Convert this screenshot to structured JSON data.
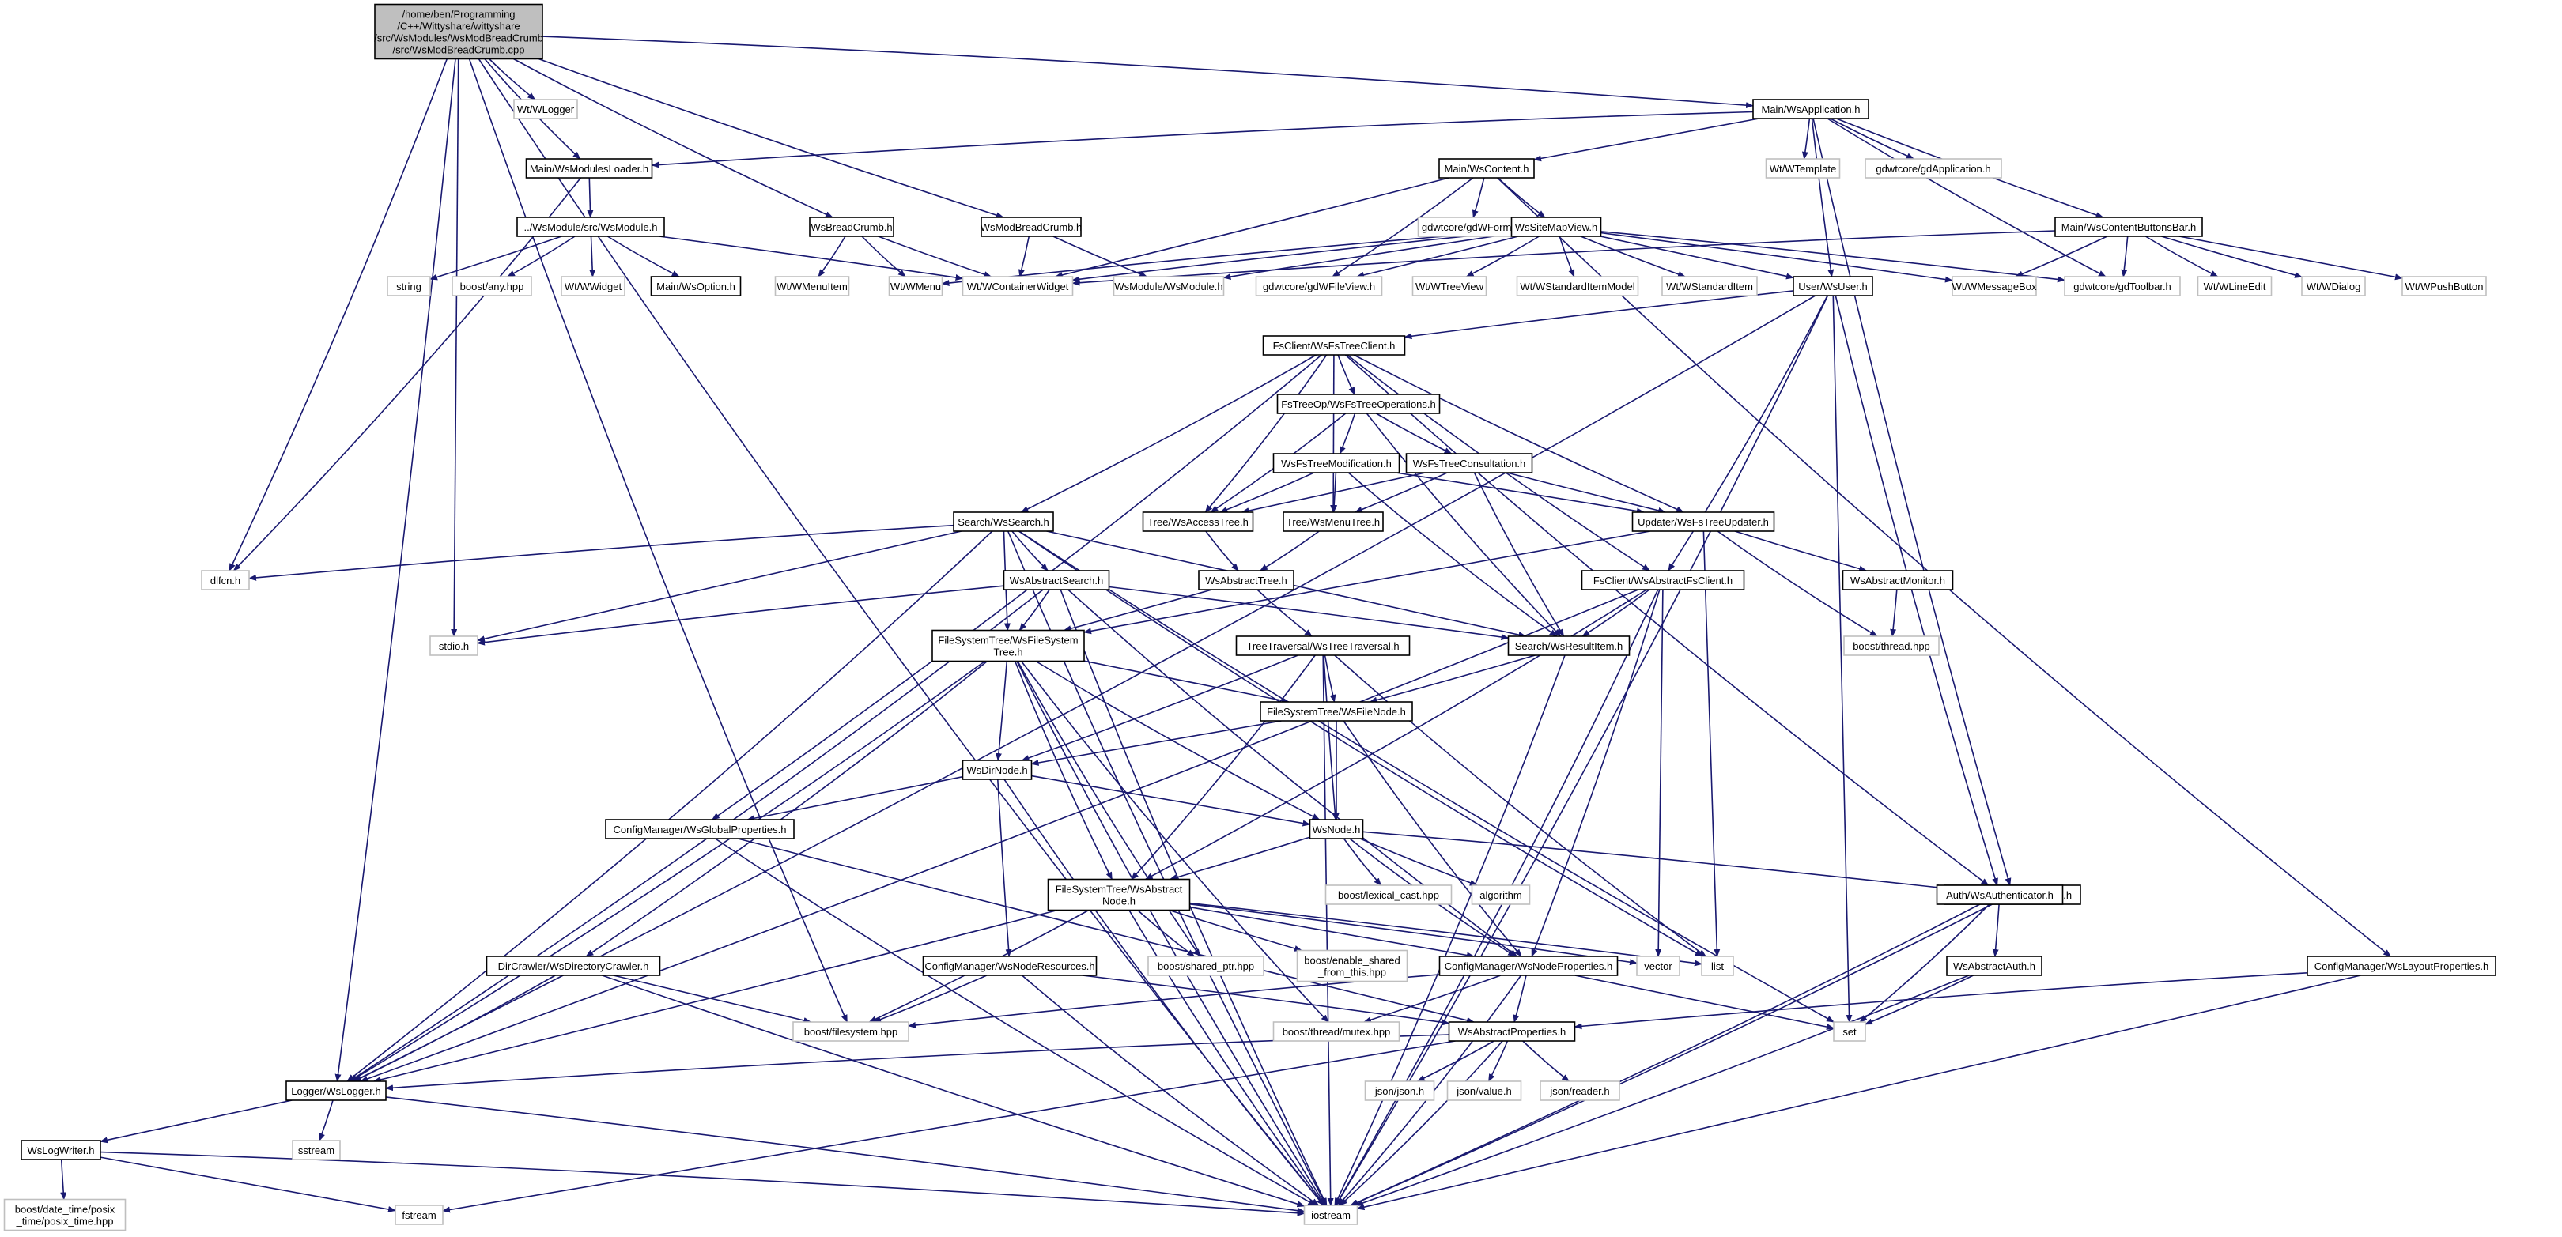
{
  "graph": {
    "root": "n0",
    "colors": {
      "edge": "#191970",
      "root_fill": "#bfbfbf",
      "border": "#000000",
      "system_border": "#bfbfbf"
    },
    "nodes": [
      {
        "id": "n0",
        "lines": [
          "/home/ben/Programming",
          "/C++/Wittyshare/wittyshare",
          "/src/WsModules/WsModBreadCrumb",
          "/src/WsModBreadCrumb.cpp"
        ],
        "kind": "root"
      },
      {
        "id": "n1",
        "lines": [
          "Wt/WLogger"
        ],
        "kind": "sys"
      },
      {
        "id": "n2",
        "lines": [
          "Main/WsApplication.h"
        ],
        "kind": "inc"
      },
      {
        "id": "n3",
        "lines": [
          "Main/WsModulesLoader.h"
        ],
        "kind": "inc"
      },
      {
        "id": "n4",
        "lines": [
          "Main/WsContent.h"
        ],
        "kind": "inc"
      },
      {
        "id": "n5",
        "lines": [
          "Wt/WTemplate"
        ],
        "kind": "sys"
      },
      {
        "id": "n6",
        "lines": [
          "gdwtcore/gdApplication.h"
        ],
        "kind": "sys"
      },
      {
        "id": "n7",
        "lines": [
          "Main/WsContentButtonsBar.h"
        ],
        "kind": "inc"
      },
      {
        "id": "n8",
        "lines": [
          "../WsModule/src/WsModule.h"
        ],
        "kind": "inc"
      },
      {
        "id": "n9",
        "lines": [
          "WsBreadCrumb.h"
        ],
        "kind": "inc"
      },
      {
        "id": "n10",
        "lines": [
          "WsModBreadCrumb.h"
        ],
        "kind": "inc"
      },
      {
        "id": "n11",
        "lines": [
          "gdwtcore/gdWForm.h"
        ],
        "kind": "sys"
      },
      {
        "id": "n12",
        "lines": [
          "WsSiteMapView.h"
        ],
        "kind": "inc"
      },
      {
        "id": "n13",
        "lines": [
          "string"
        ],
        "kind": "sys"
      },
      {
        "id": "n14",
        "lines": [
          "boost/any.hpp"
        ],
        "kind": "sys"
      },
      {
        "id": "n15",
        "lines": [
          "Wt/WWidget"
        ],
        "kind": "sys"
      },
      {
        "id": "n16",
        "lines": [
          "Main/WsOption.h"
        ],
        "kind": "inc"
      },
      {
        "id": "n17",
        "lines": [
          "Wt/WMenuItem"
        ],
        "kind": "sys"
      },
      {
        "id": "n18",
        "lines": [
          "Wt/WMenu"
        ],
        "kind": "sys"
      },
      {
        "id": "n19",
        "lines": [
          "Wt/WContainerWidget"
        ],
        "kind": "sys"
      },
      {
        "id": "n20",
        "lines": [
          "WsModule/WsModule.h"
        ],
        "kind": "sys"
      },
      {
        "id": "n21",
        "lines": [
          "gdwtcore/gdWFileView.h"
        ],
        "kind": "sys"
      },
      {
        "id": "n22",
        "lines": [
          "Wt/WTreeView"
        ],
        "kind": "sys"
      },
      {
        "id": "n23",
        "lines": [
          "Wt/WStandardItemModel"
        ],
        "kind": "sys"
      },
      {
        "id": "n24",
        "lines": [
          "Wt/WStandardItem"
        ],
        "kind": "sys"
      },
      {
        "id": "n25",
        "lines": [
          "User/WsUser.h"
        ],
        "kind": "inc"
      },
      {
        "id": "n26",
        "lines": [
          "Wt/WMessageBox"
        ],
        "kind": "sys"
      },
      {
        "id": "n27",
        "lines": [
          "gdwtcore/gdToolbar.h"
        ],
        "kind": "sys"
      },
      {
        "id": "n28",
        "lines": [
          "Wt/WLineEdit"
        ],
        "kind": "sys"
      },
      {
        "id": "n29",
        "lines": [
          "Wt/WDialog"
        ],
        "kind": "sys"
      },
      {
        "id": "n30",
        "lines": [
          "Wt/WPushButton"
        ],
        "kind": "sys"
      },
      {
        "id": "n31",
        "lines": [
          "FsClient/WsFsTreeClient.h"
        ],
        "kind": "inc"
      },
      {
        "id": "n32",
        "lines": [
          "FsTreeOp/WsFsTreeOperations.h"
        ],
        "kind": "inc"
      },
      {
        "id": "n33",
        "lines": [
          "WsFsTreeModification.h"
        ],
        "kind": "inc"
      },
      {
        "id": "n34",
        "lines": [
          "WsFsTreeConsultation.h"
        ],
        "kind": "inc"
      },
      {
        "id": "n35",
        "lines": [
          "Tree/WsAccessTree.h"
        ],
        "kind": "inc"
      },
      {
        "id": "n36",
        "lines": [
          "Tree/WsMenuTree.h"
        ],
        "kind": "inc"
      },
      {
        "id": "n37",
        "lines": [
          "Updater/WsFsTreeUpdater.h"
        ],
        "kind": "inc"
      },
      {
        "id": "n38",
        "lines": [
          "Search/WsSearch.h"
        ],
        "kind": "inc"
      },
      {
        "id": "n39",
        "lines": [
          "dlfcn.h"
        ],
        "kind": "sys"
      },
      {
        "id": "n40",
        "lines": [
          "WsAbstractSearch.h"
        ],
        "kind": "inc"
      },
      {
        "id": "n41",
        "lines": [
          "WsAbstractTree.h"
        ],
        "kind": "inc"
      },
      {
        "id": "n42",
        "lines": [
          "FsClient/WsAbstractFsClient.h"
        ],
        "kind": "inc"
      },
      {
        "id": "n43",
        "lines": [
          "WsAbstractMonitor.h"
        ],
        "kind": "inc"
      },
      {
        "id": "n44",
        "lines": [
          "stdio.h"
        ],
        "kind": "sys"
      },
      {
        "id": "n45",
        "lines": [
          "FileSystemTree/WsFileSystem",
          "Tree.h"
        ],
        "kind": "inc"
      },
      {
        "id": "n46",
        "lines": [
          "TreeTraversal/WsTreeTraversal.h"
        ],
        "kind": "inc"
      },
      {
        "id": "n47",
        "lines": [
          "Search/WsResultItem.h"
        ],
        "kind": "inc"
      },
      {
        "id": "n48",
        "lines": [
          "boost/thread.hpp"
        ],
        "kind": "sys"
      },
      {
        "id": "n49",
        "lines": [
          "FileSystemTree/WsFileNode.h"
        ],
        "kind": "inc"
      },
      {
        "id": "n50",
        "lines": [
          "WsDirNode.h"
        ],
        "kind": "inc"
      },
      {
        "id": "n51",
        "lines": [
          "ConfigManager/WsGlobalProperties.h"
        ],
        "kind": "inc"
      },
      {
        "id": "n52",
        "lines": [
          "WsNode.h"
        ],
        "kind": "inc"
      },
      {
        "id": "n53",
        "lines": [
          "boost/lexical_cast.hpp"
        ],
        "kind": "sys"
      },
      {
        "id": "n54",
        "lines": [
          "algorithm"
        ],
        "kind": "sys"
      },
      {
        "id": "n55",
        "lines": [
          "Include/WsGlobalConfig.h"
        ],
        "kind": "inc"
      },
      {
        "id": "n56",
        "lines": [
          "FileSystemTree/WsAbstract",
          "Node.h"
        ],
        "kind": "inc"
      },
      {
        "id": "n57",
        "lines": [
          "Auth/WsAuthenticator.h"
        ],
        "kind": "inc"
      },
      {
        "id": "n58",
        "lines": [
          "boost/shared_ptr.hpp"
        ],
        "kind": "sys"
      },
      {
        "id": "n59",
        "lines": [
          "boost/enable_shared",
          "_from_this.hpp"
        ],
        "kind": "sys"
      },
      {
        "id": "n60",
        "lines": [
          "vector"
        ],
        "kind": "sys"
      },
      {
        "id": "n61",
        "lines": [
          "list"
        ],
        "kind": "sys"
      },
      {
        "id": "n62",
        "lines": [
          "WsAbstractAuth.h"
        ],
        "kind": "inc"
      },
      {
        "id": "n63",
        "lines": [
          "ConfigManager/WsLayoutProperties.h"
        ],
        "kind": "inc"
      },
      {
        "id": "n64",
        "lines": [
          "DirCrawler/WsDirectoryCrawler.h"
        ],
        "kind": "inc"
      },
      {
        "id": "n65",
        "lines": [
          "ConfigManager/WsNodeResources.h"
        ],
        "kind": "inc"
      },
      {
        "id": "n66",
        "lines": [
          "ConfigManager/WsNodeProperties.h"
        ],
        "kind": "inc"
      },
      {
        "id": "n67",
        "lines": [
          "boost/filesystem.hpp"
        ],
        "kind": "sys"
      },
      {
        "id": "n68",
        "lines": [
          "boost/thread/mutex.hpp"
        ],
        "kind": "sys"
      },
      {
        "id": "n69",
        "lines": [
          "WsAbstractProperties.h"
        ],
        "kind": "inc"
      },
      {
        "id": "n70",
        "lines": [
          "set"
        ],
        "kind": "sys"
      },
      {
        "id": "n71",
        "lines": [
          "Logger/WsLogger.h"
        ],
        "kind": "inc"
      },
      {
        "id": "n72",
        "lines": [
          "json/json.h"
        ],
        "kind": "sys"
      },
      {
        "id": "n73",
        "lines": [
          "json/value.h"
        ],
        "kind": "sys"
      },
      {
        "id": "n74",
        "lines": [
          "json/reader.h"
        ],
        "kind": "sys"
      },
      {
        "id": "n75",
        "lines": [
          "sstream"
        ],
        "kind": "sys"
      },
      {
        "id": "n76",
        "lines": [
          "WsLogWriter.h"
        ],
        "kind": "inc"
      },
      {
        "id": "n77",
        "lines": [
          "boost/date_time/posix",
          "_time/posix_time.hpp"
        ],
        "kind": "sys"
      },
      {
        "id": "n78",
        "lines": [
          "fstream"
        ],
        "kind": "sys"
      },
      {
        "id": "n79",
        "lines": [
          "iostream"
        ],
        "kind": "sys"
      }
    ],
    "edges": [
      [
        "n0",
        "n1"
      ],
      [
        "n0",
        "n2"
      ],
      [
        "n0",
        "n3"
      ],
      [
        "n0",
        "n9"
      ],
      [
        "n0",
        "n10"
      ],
      [
        "n0",
        "n39"
      ],
      [
        "n0",
        "n44"
      ],
      [
        "n0",
        "n67"
      ],
      [
        "n0",
        "n71"
      ],
      [
        "n0",
        "n79"
      ],
      [
        "n2",
        "n3"
      ],
      [
        "n2",
        "n4"
      ],
      [
        "n2",
        "n5"
      ],
      [
        "n2",
        "n6"
      ],
      [
        "n2",
        "n7"
      ],
      [
        "n2",
        "n25"
      ],
      [
        "n2",
        "n27"
      ],
      [
        "n2",
        "n55"
      ],
      [
        "n3",
        "n8"
      ],
      [
        "n3",
        "n39"
      ],
      [
        "n4",
        "n11"
      ],
      [
        "n4",
        "n12"
      ],
      [
        "n4",
        "n19"
      ],
      [
        "n4",
        "n21"
      ],
      [
        "n4",
        "n63"
      ],
      [
        "n7",
        "n19"
      ],
      [
        "n7",
        "n26"
      ],
      [
        "n7",
        "n27"
      ],
      [
        "n7",
        "n28"
      ],
      [
        "n7",
        "n29"
      ],
      [
        "n7",
        "n30"
      ],
      [
        "n8",
        "n13"
      ],
      [
        "n8",
        "n14"
      ],
      [
        "n8",
        "n15"
      ],
      [
        "n8",
        "n16"
      ],
      [
        "n8",
        "n19"
      ],
      [
        "n9",
        "n17"
      ],
      [
        "n9",
        "n18"
      ],
      [
        "n9",
        "n19"
      ],
      [
        "n10",
        "n19"
      ],
      [
        "n10",
        "n20"
      ],
      [
        "n12",
        "n18"
      ],
      [
        "n12",
        "n19"
      ],
      [
        "n12",
        "n20"
      ],
      [
        "n12",
        "n21"
      ],
      [
        "n12",
        "n22"
      ],
      [
        "n12",
        "n23"
      ],
      [
        "n12",
        "n24"
      ],
      [
        "n12",
        "n25"
      ],
      [
        "n12",
        "n26"
      ],
      [
        "n12",
        "n27"
      ],
      [
        "n25",
        "n31"
      ],
      [
        "n25",
        "n42"
      ],
      [
        "n25",
        "n57"
      ],
      [
        "n25",
        "n70"
      ],
      [
        "n25",
        "n71"
      ],
      [
        "n25",
        "n79"
      ],
      [
        "n31",
        "n32"
      ],
      [
        "n31",
        "n35"
      ],
      [
        "n31",
        "n36"
      ],
      [
        "n31",
        "n37"
      ],
      [
        "n31",
        "n38"
      ],
      [
        "n31",
        "n42"
      ],
      [
        "n31",
        "n51"
      ],
      [
        "n31",
        "n57"
      ],
      [
        "n32",
        "n33"
      ],
      [
        "n32",
        "n34"
      ],
      [
        "n32",
        "n35"
      ],
      [
        "n32",
        "n47"
      ],
      [
        "n33",
        "n35"
      ],
      [
        "n33",
        "n36"
      ],
      [
        "n33",
        "n37"
      ],
      [
        "n33",
        "n47"
      ],
      [
        "n34",
        "n35"
      ],
      [
        "n34",
        "n36"
      ],
      [
        "n34",
        "n37"
      ],
      [
        "n34",
        "n47"
      ],
      [
        "n35",
        "n41"
      ],
      [
        "n36",
        "n41"
      ],
      [
        "n37",
        "n43"
      ],
      [
        "n37",
        "n45"
      ],
      [
        "n37",
        "n48"
      ],
      [
        "n37",
        "n61"
      ],
      [
        "n38",
        "n39"
      ],
      [
        "n38",
        "n40"
      ],
      [
        "n38",
        "n44"
      ],
      [
        "n38",
        "n45"
      ],
      [
        "n38",
        "n47"
      ],
      [
        "n38",
        "n61"
      ],
      [
        "n38",
        "n70"
      ],
      [
        "n38",
        "n71"
      ],
      [
        "n38",
        "n79"
      ],
      [
        "n40",
        "n44"
      ],
      [
        "n40",
        "n45"
      ],
      [
        "n40",
        "n47"
      ],
      [
        "n40",
        "n66"
      ],
      [
        "n40",
        "n71"
      ],
      [
        "n40",
        "n79"
      ],
      [
        "n41",
        "n45"
      ],
      [
        "n41",
        "n46"
      ],
      [
        "n42",
        "n47"
      ],
      [
        "n42",
        "n56"
      ],
      [
        "n42",
        "n60"
      ],
      [
        "n42",
        "n66"
      ],
      [
        "n42",
        "n71"
      ],
      [
        "n42",
        "n79"
      ],
      [
        "n43",
        "n48"
      ],
      [
        "n45",
        "n49"
      ],
      [
        "n45",
        "n50"
      ],
      [
        "n45",
        "n52"
      ],
      [
        "n45",
        "n56"
      ],
      [
        "n45",
        "n58"
      ],
      [
        "n45",
        "n64"
      ],
      [
        "n45",
        "n68"
      ],
      [
        "n45",
        "n71"
      ],
      [
        "n45",
        "n79"
      ],
      [
        "n46",
        "n49"
      ],
      [
        "n46",
        "n50"
      ],
      [
        "n46",
        "n52"
      ],
      [
        "n46",
        "n56"
      ],
      [
        "n46",
        "n61"
      ],
      [
        "n46",
        "n79"
      ],
      [
        "n47",
        "n49"
      ],
      [
        "n47",
        "n79"
      ],
      [
        "n49",
        "n50"
      ],
      [
        "n49",
        "n52"
      ],
      [
        "n49",
        "n66"
      ],
      [
        "n50",
        "n51"
      ],
      [
        "n50",
        "n52"
      ],
      [
        "n50",
        "n65"
      ],
      [
        "n50",
        "n79"
      ],
      [
        "n51",
        "n69"
      ],
      [
        "n51",
        "n79"
      ],
      [
        "n52",
        "n53"
      ],
      [
        "n52",
        "n54"
      ],
      [
        "n52",
        "n55"
      ],
      [
        "n52",
        "n56"
      ],
      [
        "n52",
        "n66"
      ],
      [
        "n56",
        "n58"
      ],
      [
        "n56",
        "n59"
      ],
      [
        "n56",
        "n60"
      ],
      [
        "n56",
        "n61"
      ],
      [
        "n56",
        "n66"
      ],
      [
        "n56",
        "n67"
      ],
      [
        "n56",
        "n71"
      ],
      [
        "n56",
        "n79"
      ],
      [
        "n57",
        "n62"
      ],
      [
        "n57",
        "n70"
      ],
      [
        "n57",
        "n79"
      ],
      [
        "n62",
        "n70"
      ],
      [
        "n62",
        "n79"
      ],
      [
        "n63",
        "n69"
      ],
      [
        "n63",
        "n79"
      ],
      [
        "n64",
        "n67"
      ],
      [
        "n64",
        "n71"
      ],
      [
        "n64",
        "n79"
      ],
      [
        "n65",
        "n67"
      ],
      [
        "n65",
        "n69"
      ],
      [
        "n65",
        "n79"
      ],
      [
        "n66",
        "n67"
      ],
      [
        "n66",
        "n68"
      ],
      [
        "n66",
        "n69"
      ],
      [
        "n66",
        "n70"
      ],
      [
        "n66",
        "n79"
      ],
      [
        "n69",
        "n71"
      ],
      [
        "n69",
        "n72"
      ],
      [
        "n69",
        "n73"
      ],
      [
        "n69",
        "n74"
      ],
      [
        "n69",
        "n78"
      ],
      [
        "n69",
        "n79"
      ],
      [
        "n71",
        "n75"
      ],
      [
        "n71",
        "n76"
      ],
      [
        "n71",
        "n79"
      ],
      [
        "n76",
        "n77"
      ],
      [
        "n76",
        "n78"
      ],
      [
        "n76",
        "n79"
      ],
      [
        "n55",
        "n79"
      ]
    ]
  }
}
